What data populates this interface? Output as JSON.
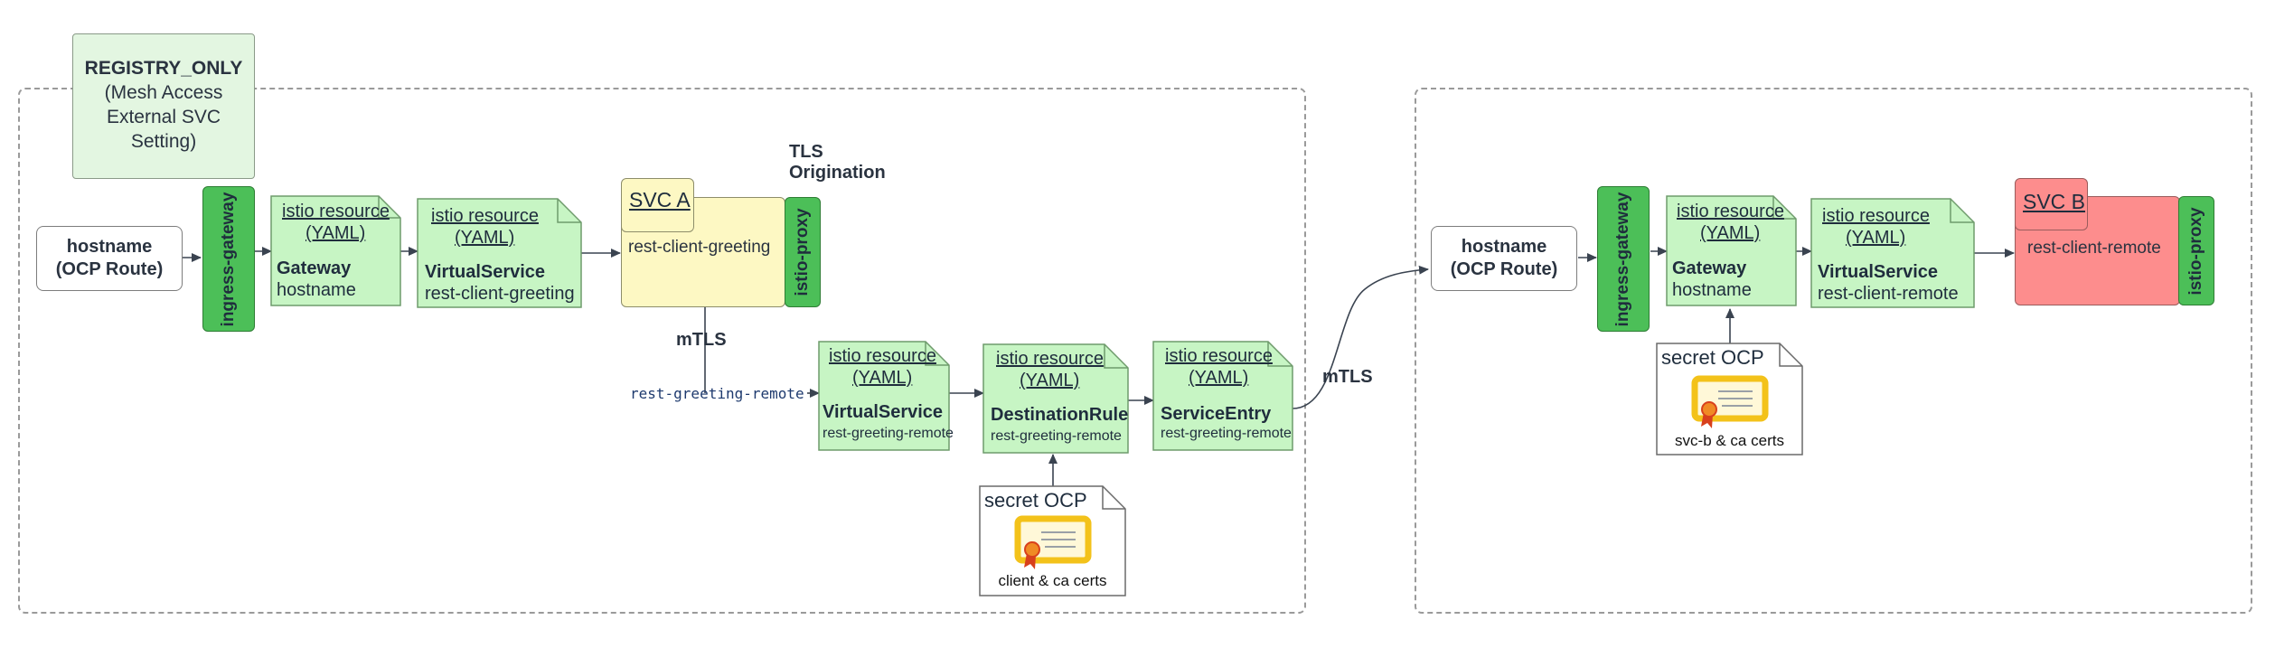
{
  "registry": {
    "title": "REGISTRY_ONLY",
    "subtitle": "(Mesh Access External SVC Setting)"
  },
  "colors": {
    "resource_fill": "#c7f5c4",
    "gateway_fill": "#4cbf58",
    "svc_a_fill": "#fdf8c3",
    "svc_b_fill": "#fd8d8d",
    "connector": "#3a4350"
  },
  "left": {
    "hostname": {
      "line1": "hostname",
      "line2": "(OCP Route)"
    },
    "ingress_gateway": "ingress-gateway",
    "gateway_res": {
      "header1": "istio resource",
      "header2": "(YAML)",
      "kind": "Gateway",
      "name": "hostname"
    },
    "virtualservice_res": {
      "header1": "istio resource",
      "header2": "(YAML)",
      "kind": "VirtualService",
      "name": "rest-client-greeting"
    },
    "svc": {
      "tag": "SVC A",
      "name": "rest-client-greeting",
      "proxy": "istio-proxy"
    },
    "tls_origination": {
      "line1": "TLS",
      "line2": "Origination"
    },
    "mtls_label": "mTLS",
    "route_label": "rest-greeting-remote",
    "vs_remote": {
      "header1": "istio resource",
      "header2": "(YAML)",
      "kind": "VirtualService",
      "name": "rest-greeting-remote"
    },
    "destination_rule": {
      "header1": "istio resource",
      "header2": "(YAML)",
      "kind": "DestinationRule",
      "name": "rest-greeting-remote"
    },
    "service_entry": {
      "header1": "istio resource",
      "header2": "(YAML)",
      "kind": "ServiceEntry",
      "name": "rest-greeting-remote"
    },
    "secret": {
      "title": "secret OCP",
      "caption": "client & ca certs",
      "icon": "certificate-icon"
    }
  },
  "between": {
    "mtls_label": "mTLS"
  },
  "right": {
    "hostname": {
      "line1": "hostname",
      "line2": "(OCP Route)"
    },
    "ingress_gateway": "ingress-gateway",
    "gateway_res": {
      "header1": "istio resource",
      "header2": "(YAML)",
      "kind": "Gateway",
      "name": "hostname"
    },
    "virtualservice_res": {
      "header1": "istio resource",
      "header2": "(YAML)",
      "kind": "VirtualService",
      "name": "rest-client-remote"
    },
    "svc": {
      "tag": "SVC B",
      "name": "rest-client-remote",
      "proxy": "istio-proxy"
    },
    "secret": {
      "title": "secret OCP",
      "caption": "svc-b & ca certs",
      "icon": "certificate-icon"
    }
  }
}
